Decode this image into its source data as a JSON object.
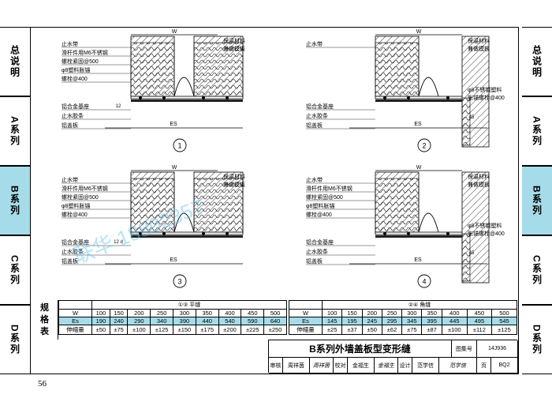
{
  "side_tabs": {
    "items": [
      {
        "label": "总说明",
        "active": false
      },
      {
        "label": "A系列",
        "active": false
      },
      {
        "label": "B系列",
        "active": true
      },
      {
        "label": "C系列",
        "active": false
      },
      {
        "label": "D系列",
        "active": false
      }
    ]
  },
  "page_number": "56",
  "details": [
    {
      "number": "1",
      "labels_left": [
        "止水带",
        "滑杆件用M6不锈钢",
        "螺栓紧固@500",
        "φ8塑料胀锚",
        "螺栓@400"
      ],
      "labels_bottom": [
        "铝合金基座",
        "止水胶条",
        "铝盖板"
      ],
      "labels_right": [
        "保温材料",
        "兼做模板"
      ],
      "dim_top": "W",
      "dim_bottom": "ES",
      "dim_side": "12"
    },
    {
      "number": "2",
      "labels_left": [
        "止水带"
      ],
      "labels_bottom": [
        "铝合金基座",
        "止水胶条",
        "铝盖板"
      ],
      "labels_right": [
        "保温材料",
        "兼做模板",
        "φ8不锈钢塑料",
        "胀锚螺栓@400"
      ],
      "dim_top": "W",
      "dim_bottom": "ES",
      "dim_side": "45"
    },
    {
      "number": "3",
      "labels_left": [
        "止水带",
        "滑杆件用M6不锈钢",
        "螺栓紧固@500",
        "φ8塑料胀锚",
        "螺栓@400"
      ],
      "labels_bottom": [
        "铝合金基座",
        "止水胶条",
        "铝盖板"
      ],
      "labels_right": [
        "保温材料",
        "兼做模板"
      ],
      "dim_top": "W",
      "dim_bottom": "ES",
      "dim_side": "12 d"
    },
    {
      "number": "4",
      "labels_left": [
        "止水带",
        "滑杆件用M6不锈钢",
        "螺栓紧固@500",
        "φ8塑料胀锚",
        "螺栓@400"
      ],
      "labels_bottom": [
        "铝合金基座",
        "止水胶条",
        "铝盖板"
      ],
      "labels_right": [
        "保温材料",
        "兼做模板",
        "φ8不锈钢塑料",
        "胀锚螺栓@400"
      ],
      "dim_top": "W",
      "dim_bottom": "ES",
      "dim_side": "45"
    }
  ],
  "watermark": "联华 18802357",
  "spec_table": {
    "title_chars": [
      "规",
      "格",
      "表"
    ],
    "left": {
      "section": "①③ 平缝",
      "row_labels": [
        "W",
        "Es",
        "伸缩量"
      ],
      "w": [
        "100",
        "150",
        "200",
        "250",
        "300",
        "350",
        "400",
        "450",
        "500"
      ],
      "es": [
        "190",
        "240",
        "290",
        "340",
        "390",
        "440",
        "540",
        "590",
        "640"
      ],
      "stretch": [
        "±50",
        "±75",
        "±100",
        "±125",
        "±150",
        "±175",
        "±200",
        "±225",
        "±250"
      ]
    },
    "right": {
      "section": "②④ 角缝",
      "row_labels": [
        "W",
        "Es",
        "伸缩量"
      ],
      "w": [
        "100",
        "150",
        "200",
        "250",
        "300",
        "350",
        "400",
        "450",
        "500"
      ],
      "es": [
        "145",
        "195",
        "245",
        "295",
        "345",
        "395",
        "445",
        "495",
        "545"
      ],
      "stretch": [
        "±25",
        "±37",
        "±50",
        "±62",
        "±75",
        "±87",
        "±100",
        "±112",
        "±125"
      ]
    }
  },
  "title_block": {
    "title": "B系列外墙盖板型变形缝",
    "atlas_label": "图集号",
    "atlas_no": "14J936",
    "page_label": "页",
    "page_no": "BQ2",
    "roles": [
      "审核",
      "周祥茵",
      "校对",
      "金福生",
      "设计",
      "范学信"
    ],
    "signatures": [
      "周祥茵",
      "金福生",
      "范学信"
    ]
  },
  "colors": {
    "accent": "#a6dce9",
    "line": "#000000",
    "watermark": "#5cc0ee"
  }
}
